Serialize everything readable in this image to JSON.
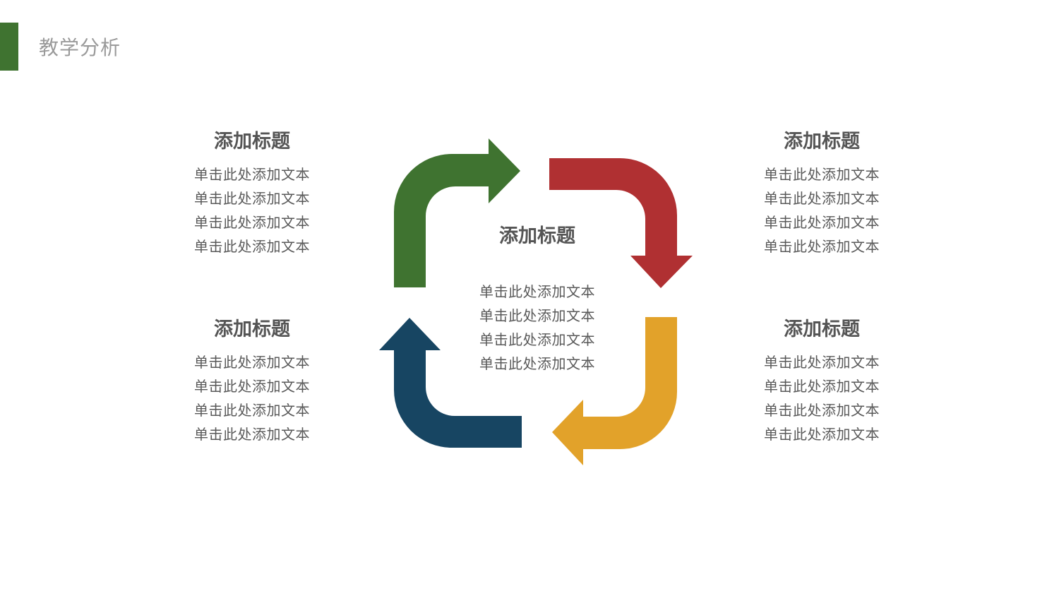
{
  "header": {
    "title": "教学分析",
    "accent_color": "#3f7330"
  },
  "diagram": {
    "type": "cycle",
    "arrows": [
      {
        "name": "green-arrow",
        "color": "#3f7330",
        "direction": "right"
      },
      {
        "name": "red-arrow",
        "color": "#b03032",
        "direction": "down"
      },
      {
        "name": "yellow-arrow",
        "color": "#e2a22a",
        "direction": "left"
      },
      {
        "name": "blue-arrow",
        "color": "#174562",
        "direction": "up"
      }
    ]
  },
  "blocks": {
    "top_left": {
      "title": "添加标题",
      "lines": [
        "单击此处添加文本",
        "单击此处添加文本",
        "单击此处添加文本",
        "单击此处添加文本"
      ]
    },
    "top_right": {
      "title": "添加标题",
      "lines": [
        "单击此处添加文本",
        "单击此处添加文本",
        "单击此处添加文本",
        "单击此处添加文本"
      ]
    },
    "bottom_left": {
      "title": "添加标题",
      "lines": [
        "单击此处添加文本",
        "单击此处添加文本",
        "单击此处添加文本",
        "单击此处添加文本"
      ]
    },
    "bottom_right": {
      "title": "添加标题",
      "lines": [
        "单击此处添加文本",
        "单击此处添加文本",
        "单击此处添加文本",
        "单击此处添加文本"
      ]
    },
    "center": {
      "title": "添加标题",
      "lines": [
        "单击此处添加文本",
        "单击此处添加文本",
        "单击此处添加文本",
        "单击此处添加文本"
      ]
    }
  }
}
